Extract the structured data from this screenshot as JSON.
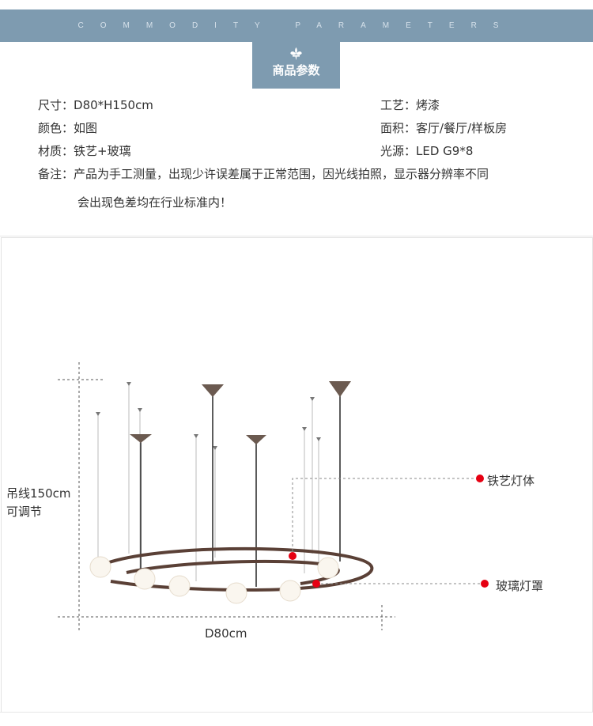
{
  "header": {
    "banner_text": "COMMODITY PARAMETERS",
    "badge_label": "商品参数",
    "badge_icon": "fleur-de-lis-icon"
  },
  "specs": {
    "size_label": "尺寸：",
    "size_value": "D80*H150cm",
    "craft_label": "工艺：",
    "craft_value": "烤漆",
    "color_label": "颜色：",
    "color_value": "如图",
    "area_label": "面积：",
    "area_value": "客厅/餐厅/样板房",
    "material_label": "材质：",
    "material_value": "铁艺+玻璃",
    "light_label": "光源：",
    "light_value": "LED G9*8",
    "note_label": "备注：",
    "note_line1": "产品为手工测量，出现少许误差属于正常范围，因光线拍照，显示器分辨率不同",
    "note_line2": "会出现色差均在行业标准内！"
  },
  "diagram": {
    "height_label_line1": "吊线150cm",
    "height_label_line2": "可调节",
    "width_label": "D80cm",
    "callout_iron": "铁艺灯体",
    "callout_glass": "玻璃灯罩",
    "marker_color": "#e60012",
    "ring_color": "#5a4036"
  }
}
